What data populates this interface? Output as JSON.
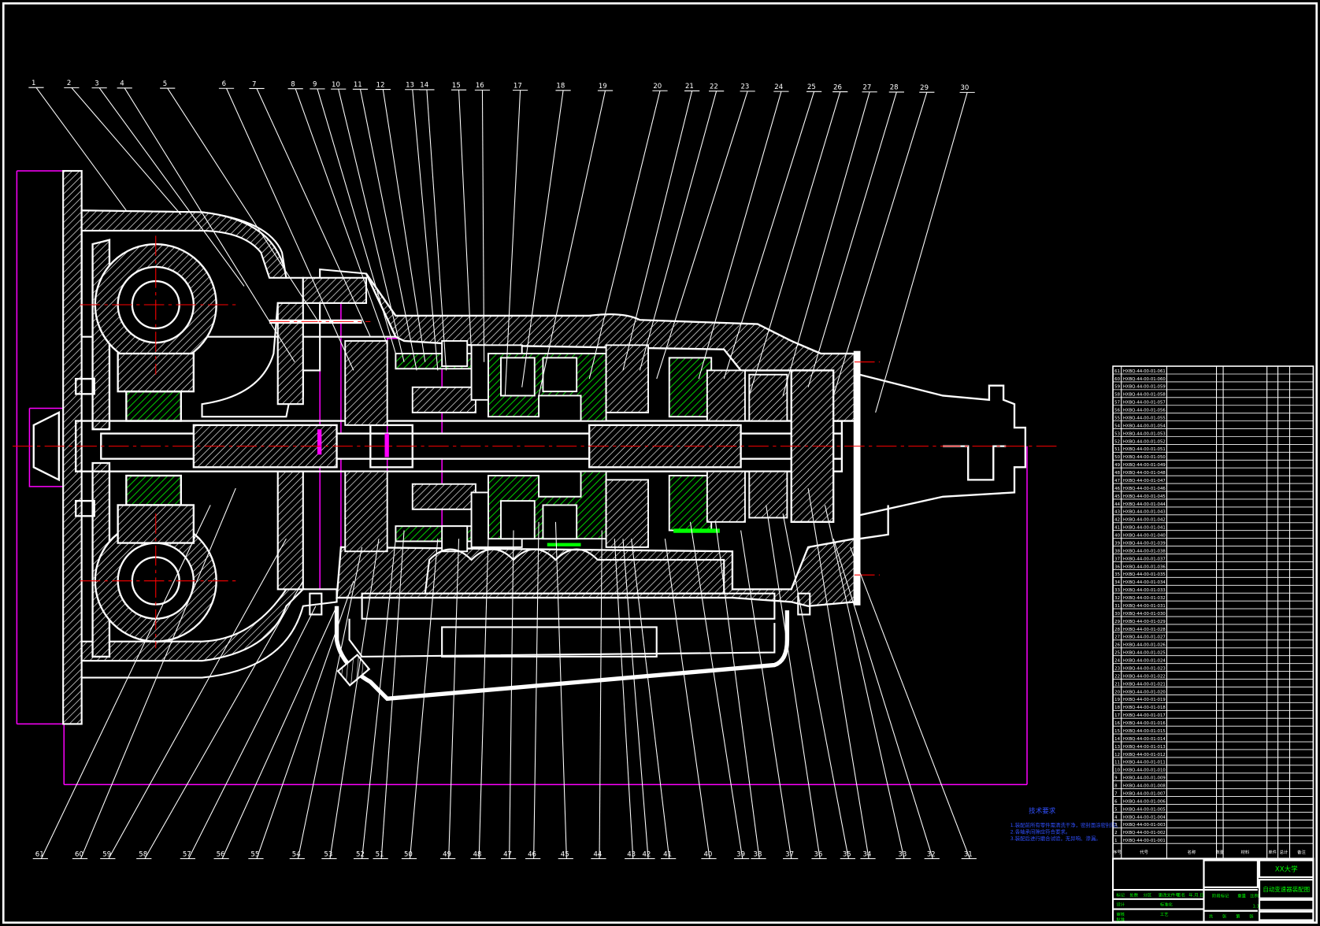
{
  "drawing": {
    "title_school": "XX大学",
    "title_name": "自动变速器装配图",
    "tech_req_title": "技术要求",
    "tech_req_lines": [
      "1.装配前所有零件需清洗干净，密封面涂密封胶。",
      "2.各轴承间隙应符合要求。",
      "3.装配后进行磨合试验，无异响、渗漏。"
    ],
    "top_labels": [
      "1",
      "2",
      "3",
      "4",
      "5",
      "6",
      "7",
      "8",
      "9",
      "10",
      "11",
      "12",
      "13",
      "14",
      "15",
      "16",
      "17",
      "18",
      "19",
      "20",
      "21",
      "22",
      "23",
      "24",
      "25",
      "26",
      "27",
      "28",
      "29",
      "30"
    ],
    "bottom_labels": [
      "61",
      "60",
      "59",
      "58",
      "57",
      "56",
      "55",
      "54",
      "53",
      "52",
      "51",
      "50",
      "49",
      "48",
      "47",
      "46",
      "45",
      "44",
      "43",
      "42",
      "41",
      "40",
      "39",
      "38",
      "37",
      "36",
      "35",
      "34",
      "33",
      "32",
      "31"
    ],
    "parts_header": [
      "序号",
      "代号",
      "名称",
      "数量",
      "材料",
      "单件",
      "总计",
      "备注"
    ],
    "parts_code_prefix": "HXBQ-44-00-01-0",
    "parts_count": 61,
    "title_block": {
      "cells": [
        "标记",
        "处数",
        "分区",
        "更改文件号",
        "签名",
        "年.月.日",
        "设计",
        "标准化",
        "审核",
        "工艺",
        "批准",
        "阶段标记",
        "重量",
        "比例",
        "1:1",
        "共",
        "张",
        "第",
        "张"
      ]
    }
  },
  "colors": {
    "background": "#000000",
    "line": "#ffffff",
    "hatch_green": "#00c800",
    "centerline": "#ff0000",
    "dimension": "#ff00ff",
    "text_blue": "#0000ff",
    "title_green": "#00ff00"
  }
}
